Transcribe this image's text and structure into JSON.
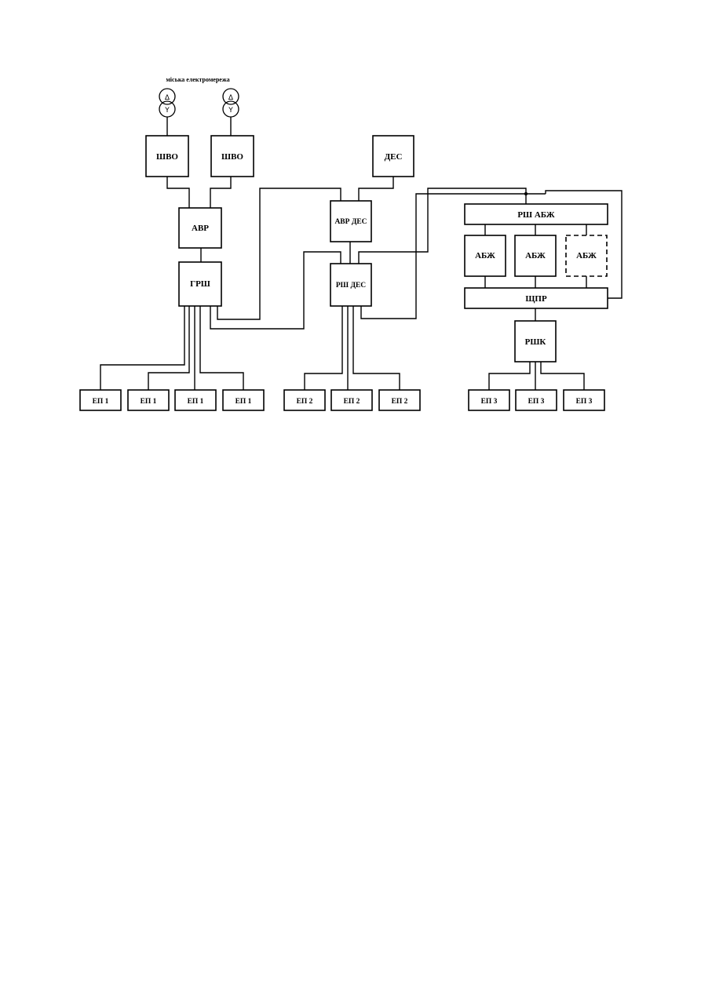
{
  "caption": "міська електромережа",
  "transformer_symbols": {
    "upper": "Δ",
    "lower": "Y"
  },
  "labels": {
    "shvo_left": "ШВО",
    "shvo_right": "ШВО",
    "des": "ДЕС",
    "avr": "АВР",
    "avr_des": "АВР ДЕС",
    "grsh": "ГРШ",
    "rsh_des": "РШ ДЕС",
    "rsh_abzh": "РШ АБЖ",
    "abzh_1": "АБЖ",
    "abzh_2": "АБЖ",
    "abzh_3": "АБЖ",
    "shpr": "ЩПР",
    "rshk": "РШК",
    "ep1_a": "ЕП 1",
    "ep1_b": "ЕП 1",
    "ep1_c": "ЕП 1",
    "ep1_d": "ЕП 1",
    "ep2_a": "ЕП 2",
    "ep2_b": "ЕП 2",
    "ep2_c": "ЕП 2",
    "ep3_a": "ЕП 3",
    "ep3_b": "ЕП 3",
    "ep3_c": "ЕП 3"
  }
}
